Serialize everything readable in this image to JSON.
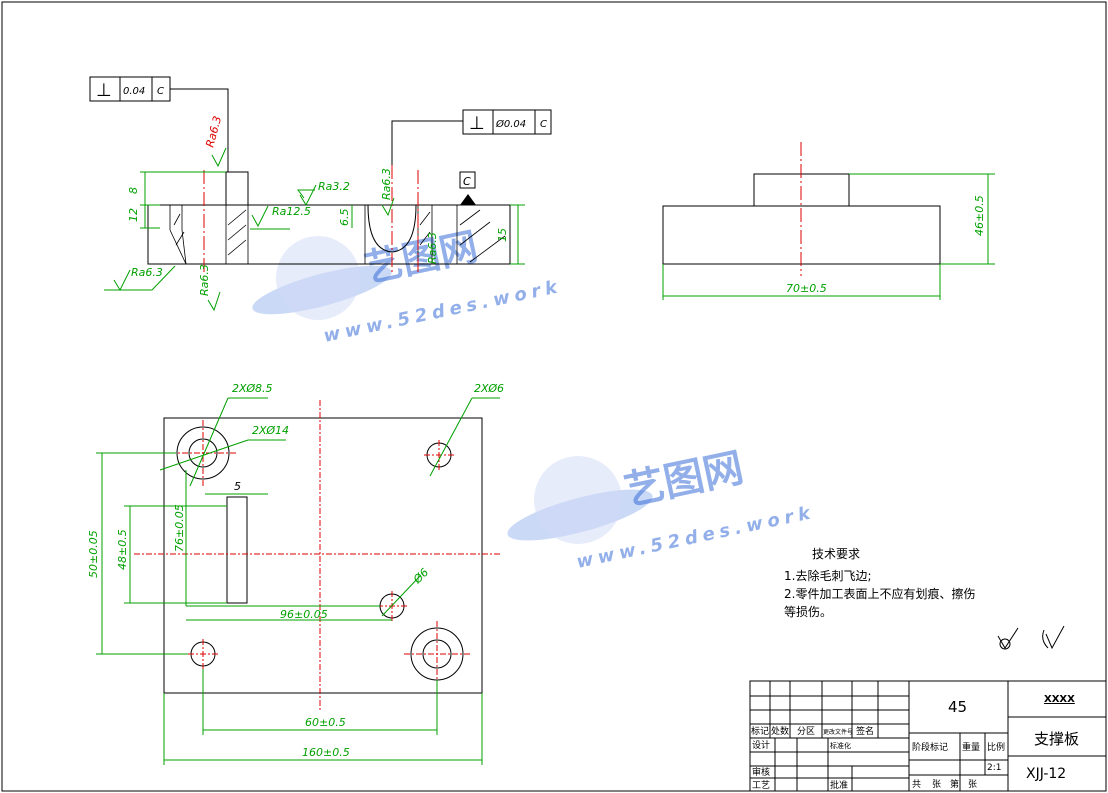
{
  "drawing": {
    "gdt_top_left": {
      "symbol": "⊥",
      "value": "0.04",
      "datum": "C"
    },
    "gdt_top_right": {
      "symbol": "⊥",
      "value": "Ø0.04",
      "datum": "C"
    },
    "datum_label": "C",
    "section_view": {
      "roughness": [
        "Ra6.3",
        "Ra3.2",
        "Ra12.5",
        "Ra6.3",
        "Ra6.3",
        "Ra6.3",
        "Ra6.3"
      ],
      "dims": {
        "h8": "8",
        "h12": "12",
        "h6_5": "6.5",
        "h15": "15"
      }
    },
    "side_view": {
      "height": "46±0.5",
      "width": "70±0.5"
    },
    "plan_view": {
      "hole_a": "2XØ8.5",
      "hole_b": "2XØ14",
      "hole_c": "2XØ6",
      "phi6": "Ø6",
      "slot_w": "5",
      "d96": "96±0.05",
      "d76": "76±0.05",
      "d48": "48±0.5",
      "d50": "50±0.05",
      "d60": "60±0.5",
      "d160": "160±0.5"
    }
  },
  "tech": {
    "title": "技术要求",
    "line1": "1.去除毛刺飞边;",
    "line2": "2.零件加工表面上不应有划痕、擦伤",
    "line3": "等损伤。"
  },
  "watermark": {
    "brand": "艺图网",
    "url": "www.52des.work"
  },
  "title_block": {
    "material": "45",
    "company": "XXXX",
    "part_name": "支撑板",
    "drawing_no": "XJJ-12",
    "scale": "2:1",
    "h_mark": "标记",
    "h_count": "处数",
    "h_zone": "分区",
    "h_change": "更改文件号",
    "h_sign": "签名",
    "h_design": "设计",
    "h_std": "标准化",
    "h_stage": "阶段标记",
    "h_weight": "重量",
    "h_scale": "比例",
    "h_review": "审核",
    "h_process": "工艺",
    "h_approve": "批准",
    "h_total": "共",
    "h_sheets": "张",
    "h_page": "第",
    "h_sheet": "张"
  }
}
